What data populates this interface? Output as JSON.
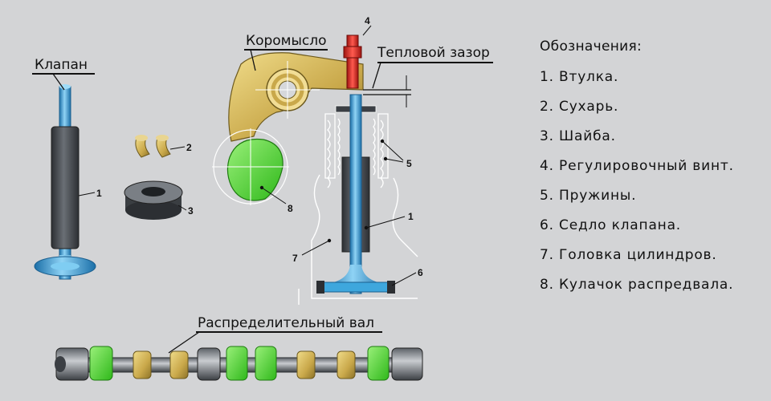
{
  "labels": {
    "valve": "Клапан",
    "rocker": "Коромысло",
    "thermal_gap": "Тепловой зазор",
    "camshaft": "Распределительный вал"
  },
  "callouts": [
    "1",
    "2",
    "3",
    "4",
    "5",
    "1",
    "6",
    "7",
    "8"
  ],
  "legend": {
    "title": "Обозначения:",
    "items": [
      "1. Втулка.",
      "2. Сухарь.",
      "3. Шайба.",
      "4. Регулировочный винт.",
      "5. Пружины.",
      "6. Седло клапана.",
      "7. Головка цилиндров.",
      "8. Кулачок распредвала."
    ]
  },
  "colors": {
    "background": "#d3d4d6",
    "valve_blue": "#2f9fd8",
    "sleeve_dark": "#4a4e52",
    "rocker_gold": "#c9a84a",
    "cam_green": "#4bd12f",
    "screw_red": "#e02a25"
  }
}
